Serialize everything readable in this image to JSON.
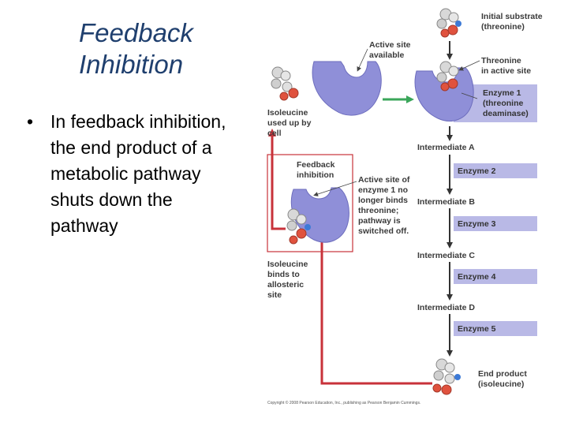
{
  "slide": {
    "title_line1": "Feedback",
    "title_line2": "Inhibition",
    "bullet": [
      "In feedback inhibition,",
      "the end product of a",
      "metabolic pathway",
      "shuts down the",
      "pathway"
    ]
  },
  "diagram": {
    "initial_substrate": [
      "Initial substrate",
      "(threonine)"
    ],
    "active_site": [
      "Active site",
      "available"
    ],
    "threonine_active": [
      "Threonine",
      "in active site"
    ],
    "enzyme1": [
      "Enzyme 1",
      "(threonine",
      "deaminase)"
    ],
    "isoleucine_used": [
      "Isoleucine",
      "used up by",
      "cell"
    ],
    "feedback": [
      "Feedback",
      "inhibition"
    ],
    "active_site_enzyme1": [
      "Active site of",
      "enzyme 1 no",
      "longer binds",
      "threonine;",
      "pathway is",
      "switched off."
    ],
    "isoleucine_binds": [
      "Isoleucine",
      "binds to",
      "allosteric",
      "site"
    ],
    "intermediate_a": "Intermediate A",
    "enzyme2": "Enzyme 2",
    "intermediate_b": "Intermediate B",
    "enzyme3": "Enzyme 3",
    "intermediate_c": "Intermediate C",
    "enzyme4": "Enzyme 4",
    "intermediate_d": "Intermediate D",
    "enzyme5": "Enzyme 5",
    "end_product": [
      "End product",
      "(isoleucine)"
    ],
    "copyright": "Copyright © 2008 Pearson Education, Inc., publishing as Pearson Benjamin Cummings."
  },
  "colors": {
    "title": "#1f3f6e",
    "enzyme": "#8f8fd8",
    "enzyme_box": "#b9b9e6",
    "feedback_red": "#c8323a",
    "green_arrow": "#3aa65a"
  }
}
